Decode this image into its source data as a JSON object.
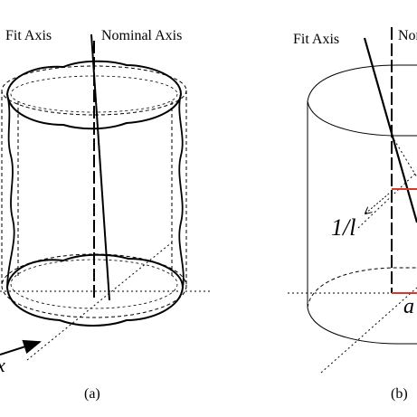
{
  "panel_a": {
    "fit_axis_label": "Fit Axis",
    "nominal_axis_label": "Nominal Axis",
    "x_label": "x",
    "caption": "(a)"
  },
  "panel_b": {
    "fit_axis_label": "Fit Axis",
    "nominal_axis_label": "Nominal Axis",
    "slope_label": "1/l",
    "offset_label": "a",
    "caption": "(b)"
  },
  "colors": {
    "ink": "#000000",
    "highlight": "#d33a2c"
  }
}
